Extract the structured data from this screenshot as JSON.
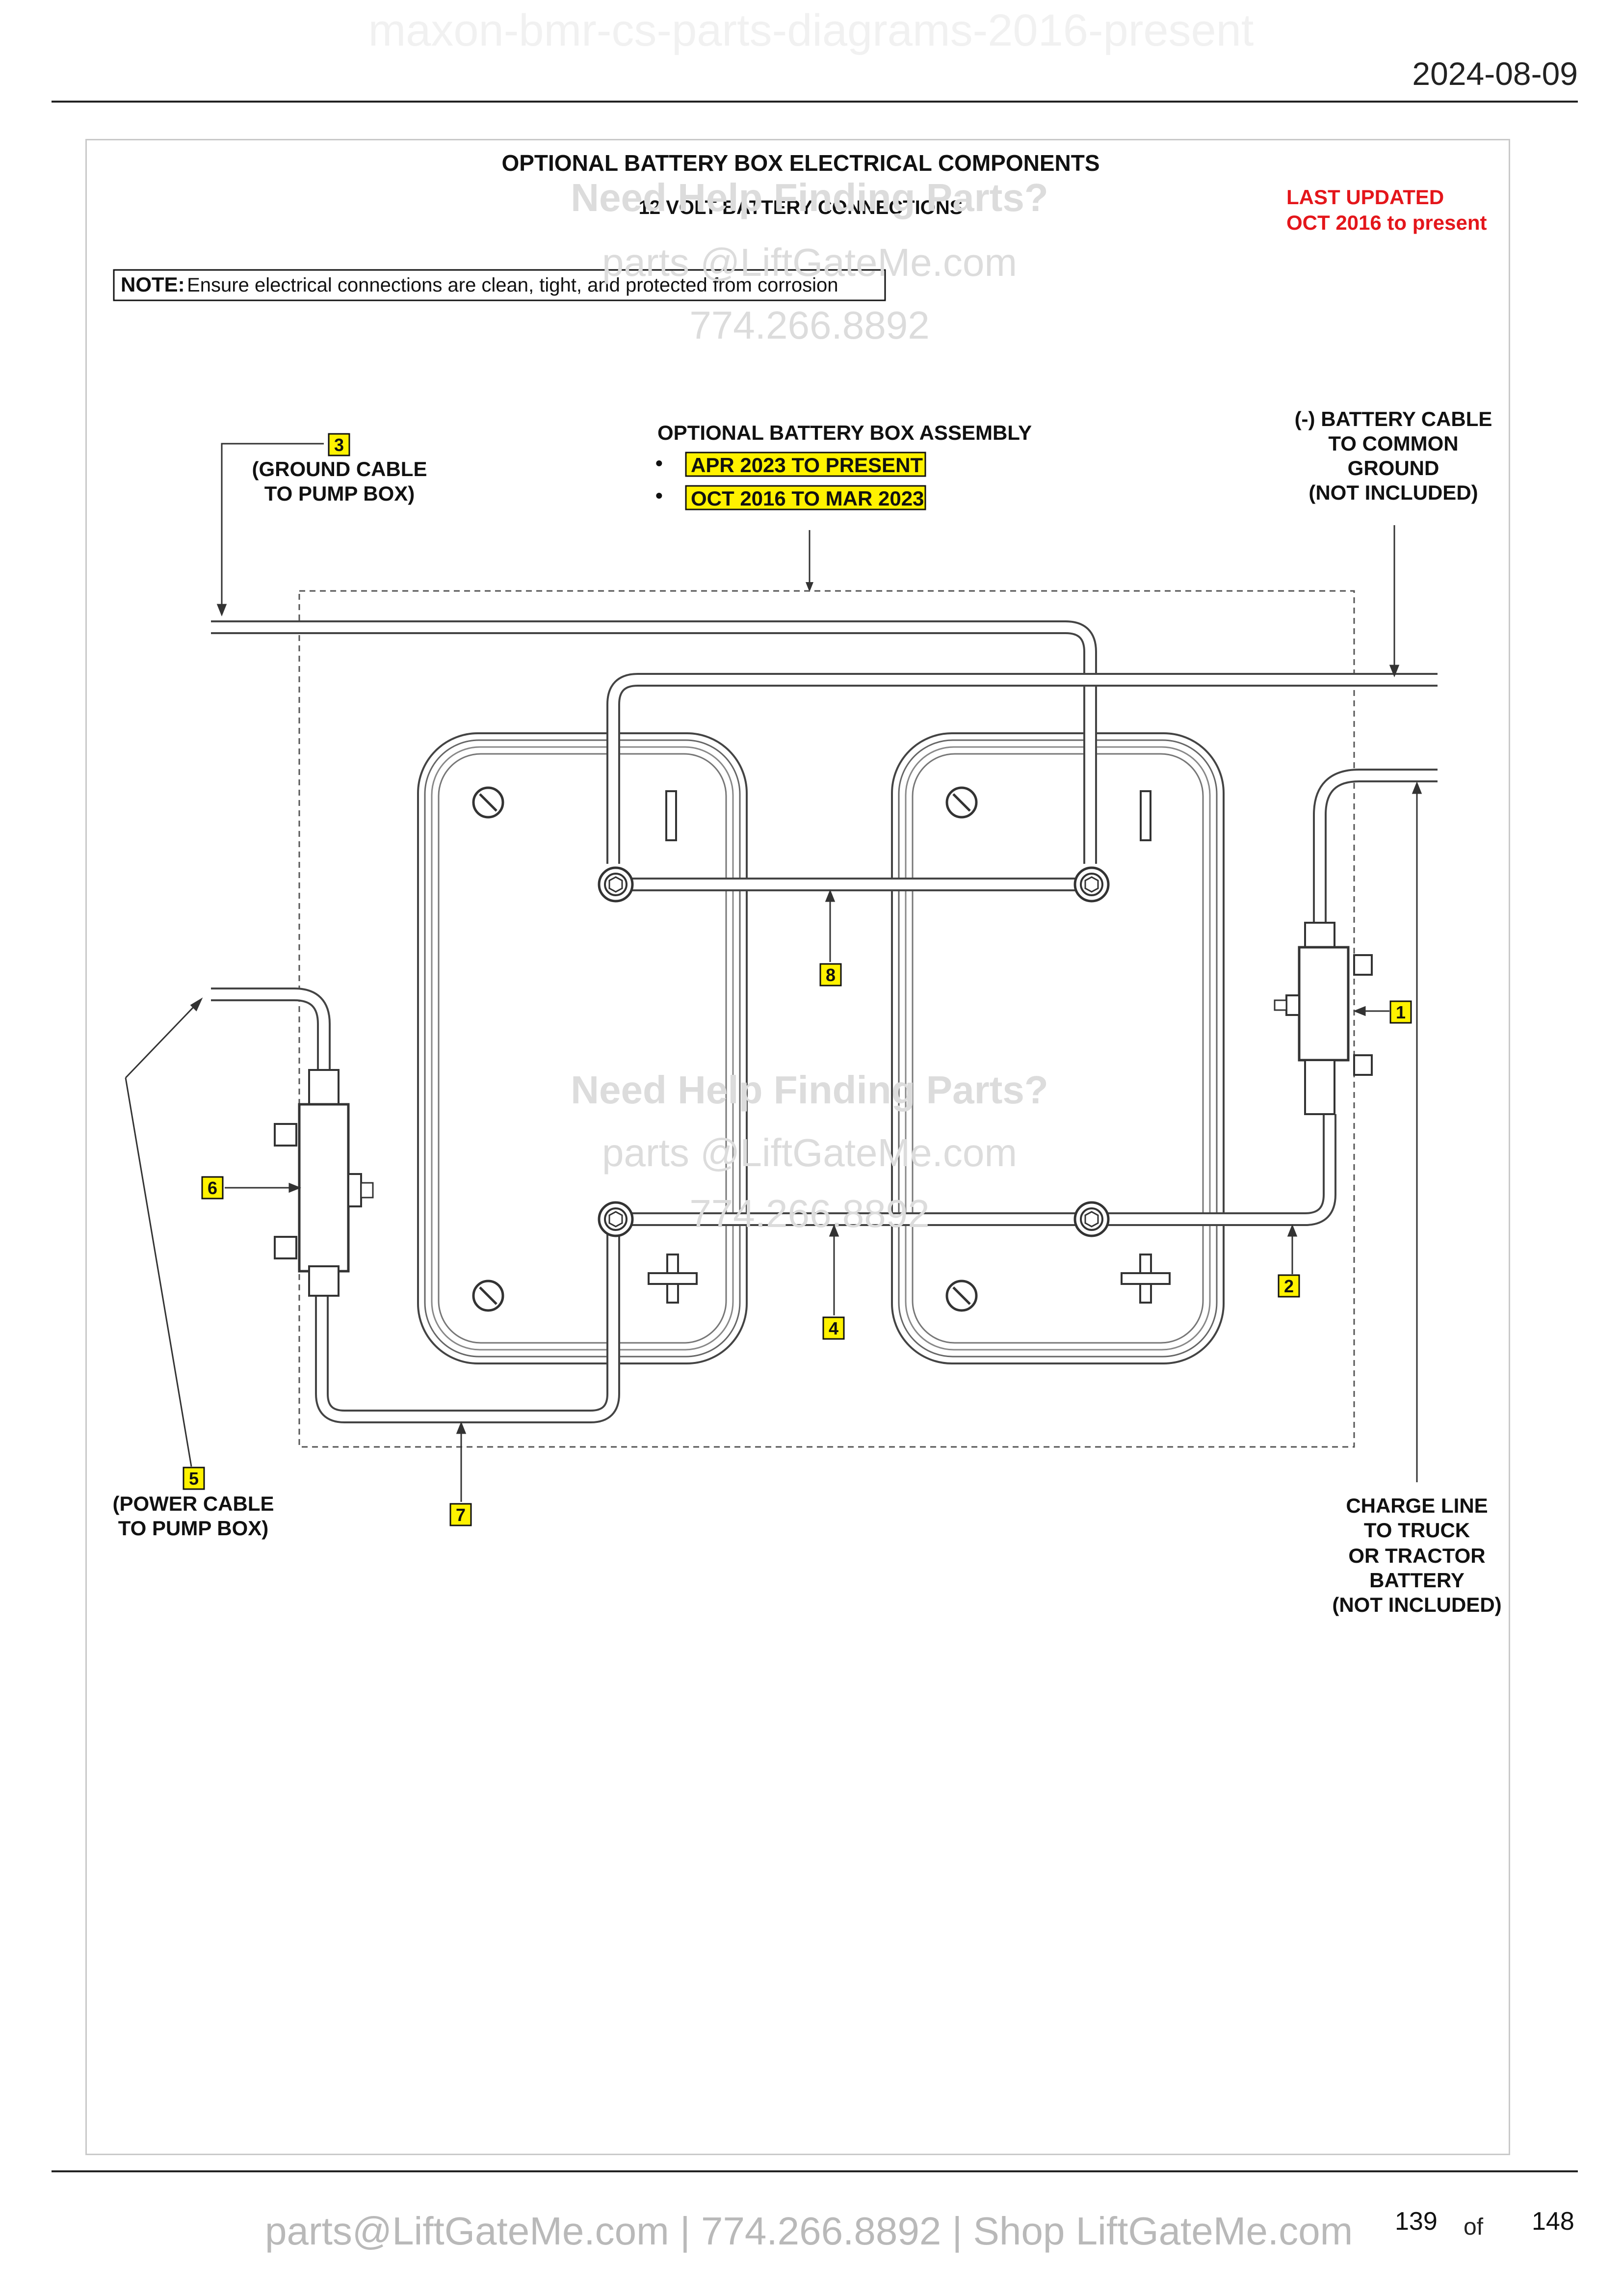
{
  "header": {
    "watermark_title": "maxon-bmr-cs-parts-diagrams-2016-present",
    "date": "2024-08-09"
  },
  "diagram": {
    "title": "OPTIONAL BATTERY BOX ELECTRICAL COMPONENTS",
    "subtitle": "12 VOLT BATTERY CONNECTIONS",
    "last_updated": [
      "LAST UPDATED",
      "OCT 2016 to present"
    ],
    "note_label": "NOTE:",
    "note_text": "Ensure electrical connections are clean, tight, and protected from corrosion",
    "assembly_title": "OPTIONAL BATTERY BOX ASSEMBLY",
    "assembly_items": [
      "APR 2023 TO PRESENT",
      "OCT 2016 TO MAR 2023"
    ],
    "bullet": "•",
    "ground_cable": [
      "(GROUND CABLE",
      "TO PUMP BOX)"
    ],
    "neg_cable": [
      "(-) BATTERY CABLE",
      "TO COMMON",
      "GROUND",
      "(NOT INCLUDED)"
    ],
    "power_cable": [
      "(POWER CABLE",
      "TO PUMP BOX)"
    ],
    "charge_line": [
      "CHARGE LINE",
      "TO TRUCK",
      "OR TRACTOR",
      "BATTERY",
      "(NOT INCLUDED)"
    ],
    "callouts": [
      "1",
      "2",
      "3",
      "4",
      "5",
      "6",
      "7",
      "8"
    ],
    "terminal_neg": "−",
    "terminal_pos": "+",
    "highlight_color": "#fff200",
    "accent_red": "#e4161b"
  },
  "watermarks": {
    "line1": "Need Help Finding Parts?",
    "line2": "parts @LiftGateMe.com",
    "line3": "774.266.8892"
  },
  "footer": {
    "contact": "parts@LiftGateMe.com | 774.266.8892 | Shop LiftGateMe.com",
    "page": "139",
    "of": "of",
    "total": "148"
  }
}
